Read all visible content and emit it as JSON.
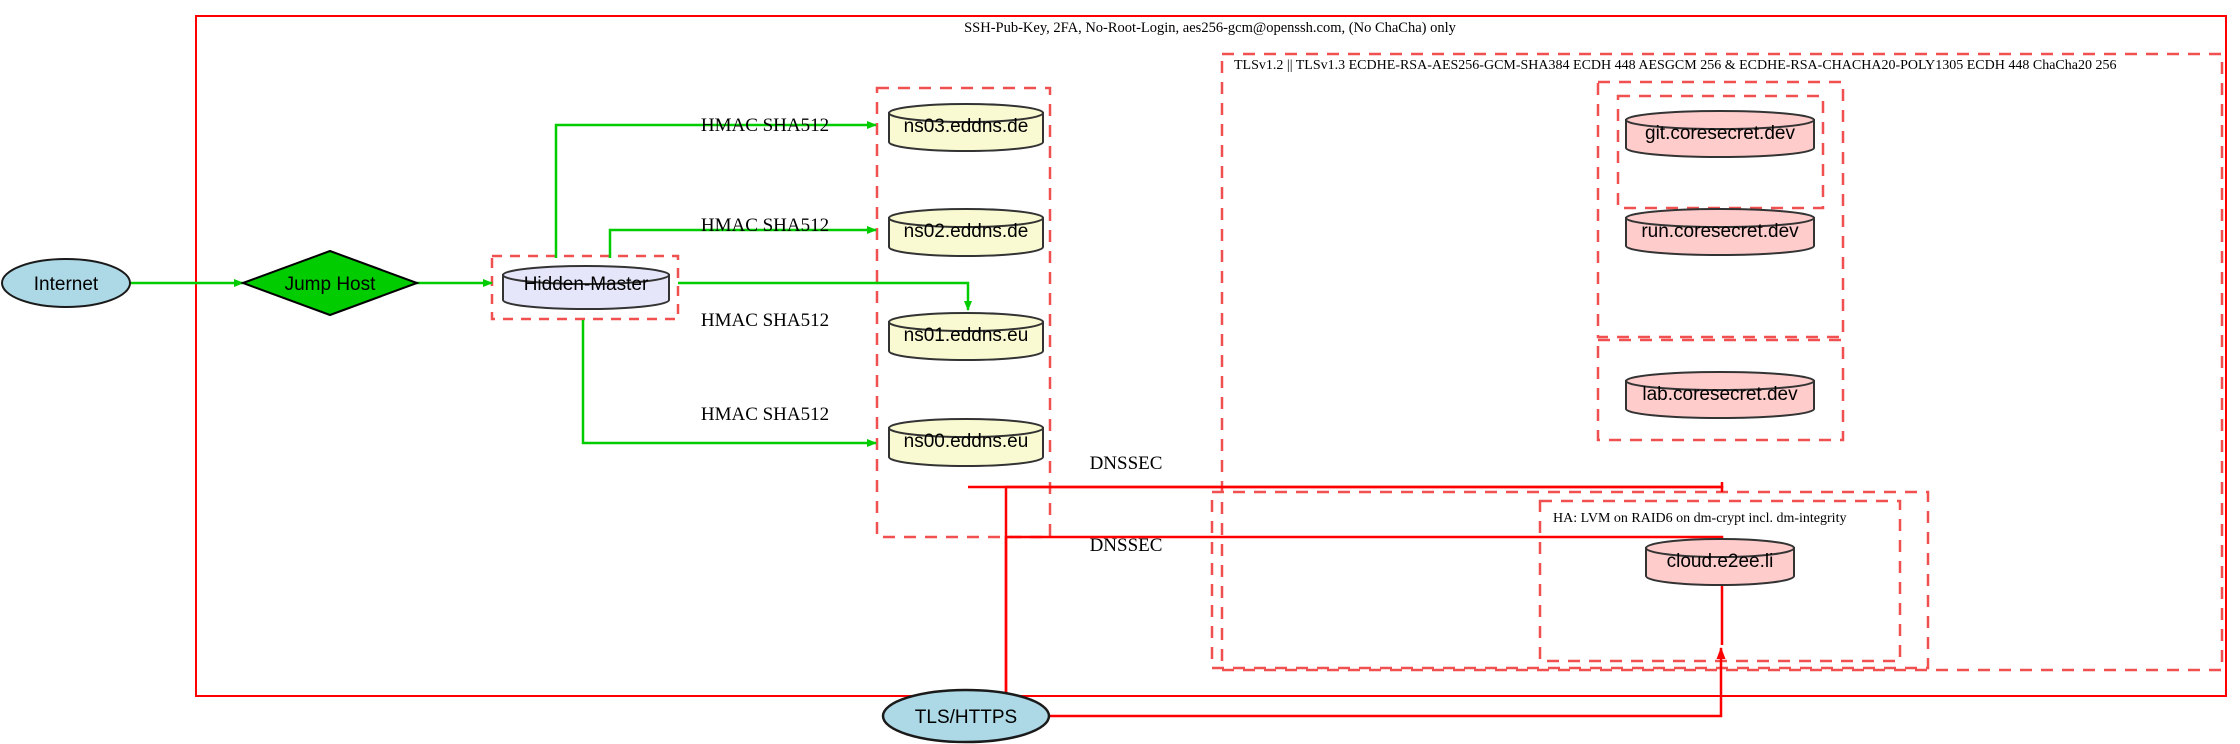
{
  "diagram": {
    "title_label": "SSH-Pub-Key, 2FA, No-Root-Login, aes256-gcm@openssh.com, (No ChaCha) only",
    "tls_cluster_label": "TLSv1.2 || TLSv1.3 ECDHE-RSA-AES256-GCM-SHA384 ECDH 448 AESGCM 256 & ECDHE-RSA-CHACHA20-POLY1305 ECDH 448 ChaCha20 256",
    "ha_cluster_label": "HA: LVM on RAID6 on dm-crypt incl. dm-integrity",
    "colors": {
      "boundary_red": "#ff0000",
      "dashed_red": "#f05050",
      "edge_green": "#00cc00",
      "edge_red": "#ff0000",
      "internet_fill": "#add8e6",
      "jumphost_fill": "#00cc00",
      "hiddenmaster_fill": "#e6e6fa",
      "nameserver_fill": "#fafad2",
      "service_fill": "#ffcccc",
      "stroke_dark": "#333333"
    }
  },
  "nodes": {
    "internet": {
      "label": "Internet",
      "shape": "ellipse"
    },
    "jump_host": {
      "label": "Jump Host",
      "shape": "diamond"
    },
    "hidden_master": {
      "label": "Hidden-Master",
      "shape": "cylinder"
    },
    "tls_https": {
      "label": "TLS/HTTPS",
      "shape": "ellipse"
    },
    "nameservers": [
      {
        "label": "ns03.eddns.de"
      },
      {
        "label": "ns02.eddns.de"
      },
      {
        "label": "ns01.eddns.eu"
      },
      {
        "label": "ns00.eddns.eu"
      }
    ],
    "services": [
      {
        "label": "git.coresecret.dev"
      },
      {
        "label": "run.coresecret.dev"
      },
      {
        "label": "lab.coresecret.dev"
      }
    ],
    "ha_services": [
      {
        "label": "cloud.e2ee.li"
      }
    ]
  },
  "edges": {
    "hmac_labels": [
      "HMAC SHA512",
      "HMAC SHA512",
      "HMAC SHA512",
      "HMAC SHA512"
    ],
    "dnssec_labels": [
      "DNSSEC",
      "DNSSEC"
    ]
  }
}
